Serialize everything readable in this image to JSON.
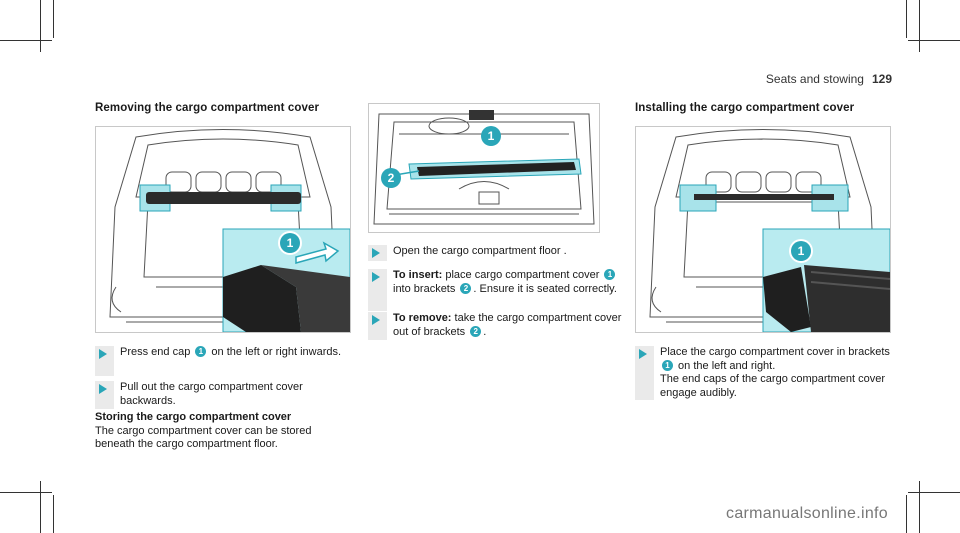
{
  "header": {
    "section": "Seats and stowing",
    "page": "129"
  },
  "col1": {
    "heading": "Removing the cargo compartment cover",
    "callout1": "1",
    "step1": {
      "a": "Press end cap ",
      "n": "1",
      "b": " on the left or right inwards."
    },
    "step2": "Pull out the cargo compartment cover backwards.",
    "storing_heading": "Storing the cargo compartment cover",
    "storing_text": "The cargo compartment cover can be stored beneath the cargo compartment floor."
  },
  "col2": {
    "callout1": "1",
    "callout2": "2",
    "step1": "Open the cargo compartment floor .",
    "step2": {
      "label": "To insert:",
      "a": " place cargo compartment cover ",
      "n1": "1",
      "b": " into brackets ",
      "n2": "2",
      "c": ". Ensure it is seated correctly."
    },
    "step3": {
      "label": "To remove:",
      "a": " take the cargo compartment cover out of brackets ",
      "n": "2",
      "b": "."
    }
  },
  "col3": {
    "heading": "Installing the cargo compartment cover",
    "callout1": "1",
    "step1": {
      "a": "Place the cargo compartment cover in brackets ",
      "n": "1",
      "b": " on the left and right.",
      "c": "The end caps of the cargo compartment cover engage audibly."
    }
  },
  "watermark": "carmanualsonline.info",
  "colors": {
    "accent": "#2aa6b8",
    "highlight": "#a8e3ea",
    "ink": "#1a1a1a"
  }
}
